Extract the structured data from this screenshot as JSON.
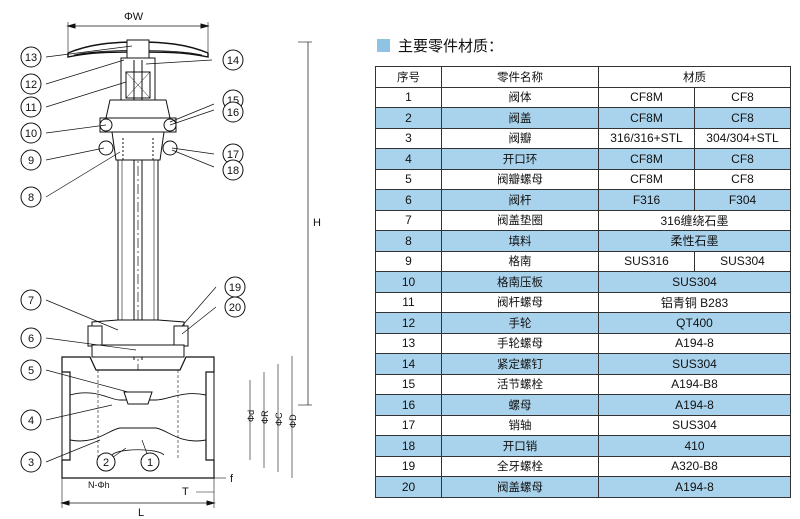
{
  "drawing": {
    "top_dim": "ΦW",
    "side_dims": [
      "H",
      "ΦD",
      "ΦC",
      "ΦR",
      "Φd"
    ],
    "bottom_dims": [
      "L",
      "T",
      "f",
      "N-Φh"
    ],
    "callouts_left": [
      "13",
      "12",
      "11",
      "10",
      "9",
      "8",
      "7",
      "6",
      "5",
      "4",
      "3"
    ],
    "callouts_right": [
      "14",
      "15",
      "16",
      "17",
      "18",
      "19",
      "20"
    ],
    "callouts_bottom": [
      "2",
      "1"
    ]
  },
  "title": "主要零件材质：",
  "table": {
    "headers": [
      "序号",
      "零件名称",
      "材质"
    ],
    "rows": [
      {
        "no": "1",
        "name": "阀体",
        "m1": "CF8M",
        "m2": "CF8"
      },
      {
        "no": "2",
        "name": "阀盖",
        "m1": "CF8M",
        "m2": "CF8"
      },
      {
        "no": "3",
        "name": "阀瓣",
        "m1": "316/316+STL",
        "m2": "304/304+STL"
      },
      {
        "no": "4",
        "name": "开口环",
        "m1": "CF8M",
        "m2": "CF8"
      },
      {
        "no": "5",
        "name": "阀瓣螺母",
        "m1": "CF8M",
        "m2": "CF8"
      },
      {
        "no": "6",
        "name": "阀杆",
        "m1": "F316",
        "m2": "F304"
      },
      {
        "no": "7",
        "name": "阀盖垫圈",
        "m": "316缠绕石墨"
      },
      {
        "no": "8",
        "name": "填料",
        "m": "柔性石墨"
      },
      {
        "no": "9",
        "name": "格南",
        "m1": "SUS316",
        "m2": "SUS304"
      },
      {
        "no": "10",
        "name": "格南压板",
        "m": "SUS304"
      },
      {
        "no": "11",
        "name": "阀杆螺母",
        "m": "铝青铜 B283"
      },
      {
        "no": "12",
        "name": "手轮",
        "m": "QT400"
      },
      {
        "no": "13",
        "name": "手轮螺母",
        "m": "A194-8"
      },
      {
        "no": "14",
        "name": "紧定螺钉",
        "m": "SUS304"
      },
      {
        "no": "15",
        "name": "活节螺栓",
        "m": "A194-B8"
      },
      {
        "no": "16",
        "name": "螺母",
        "m": "A194-8"
      },
      {
        "no": "17",
        "name": "销轴",
        "m": "SUS304"
      },
      {
        "no": "18",
        "name": "开口销",
        "m": "410"
      },
      {
        "no": "19",
        "name": "全牙螺栓",
        "m": "A320-B8"
      },
      {
        "no": "20",
        "name": "阀盖螺母",
        "m": "A194-8"
      }
    ]
  }
}
